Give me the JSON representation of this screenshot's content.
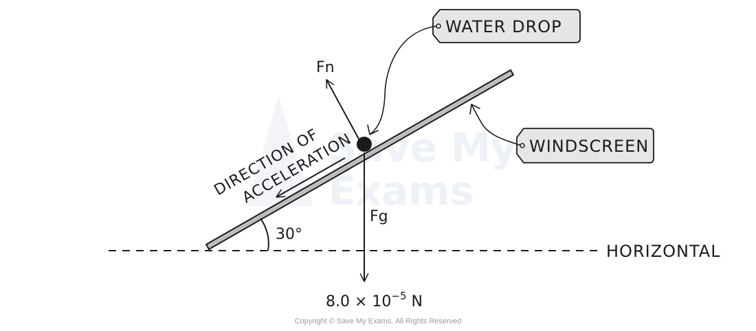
{
  "labels": {
    "normal_force": "Fn",
    "gravity_force": "Fg",
    "weight_value": "8.0 × 10",
    "weight_exponent": "−5",
    "weight_unit": " N",
    "angle": "30°",
    "direction_line1": "DIRECTION  OF",
    "direction_line2": "ACCELERATION",
    "horizontal": "HORIZONTAL",
    "water_drop_tag": "WATER  DROP",
    "windscreen_tag": "WINDSCREEN"
  },
  "watermark": {
    "line1": "Save My",
    "line2": "Exams"
  },
  "footer": {
    "copyright": "Copyright © Save My Exams. All Rights Reserved"
  },
  "colors": {
    "ink": "#1a1a1a",
    "windscreen_fill": "#bdbdbd",
    "tag_fill": "#e6e6e6",
    "watermark": "#eef1f5"
  }
}
